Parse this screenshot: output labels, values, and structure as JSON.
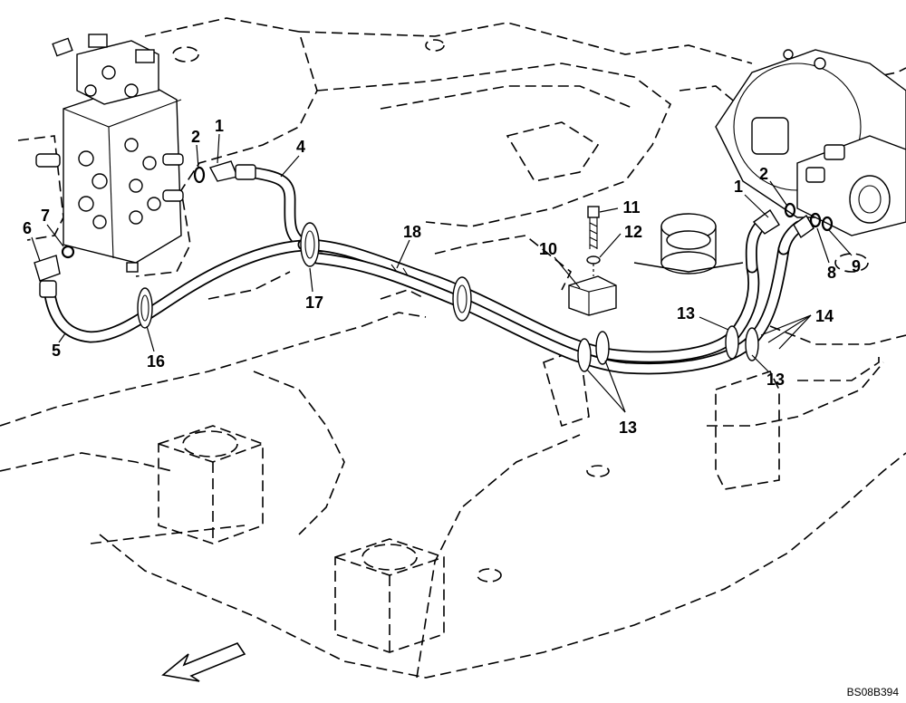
{
  "diagram": {
    "reference_code": "BS08B394",
    "callouts": {
      "c1_left": "1",
      "c2_left": "2",
      "c4": "4",
      "c5": "5",
      "c6": "6",
      "c7": "7",
      "c16": "16",
      "c17": "17",
      "c18": "18",
      "c10": "10",
      "c11": "11",
      "c12": "12",
      "c13_top": "13",
      "c13_bottom": "13",
      "c13_right": "13",
      "c14": "14",
      "c1_right": "1",
      "c2_right": "2",
      "c8": "8",
      "c9": "9"
    }
  }
}
